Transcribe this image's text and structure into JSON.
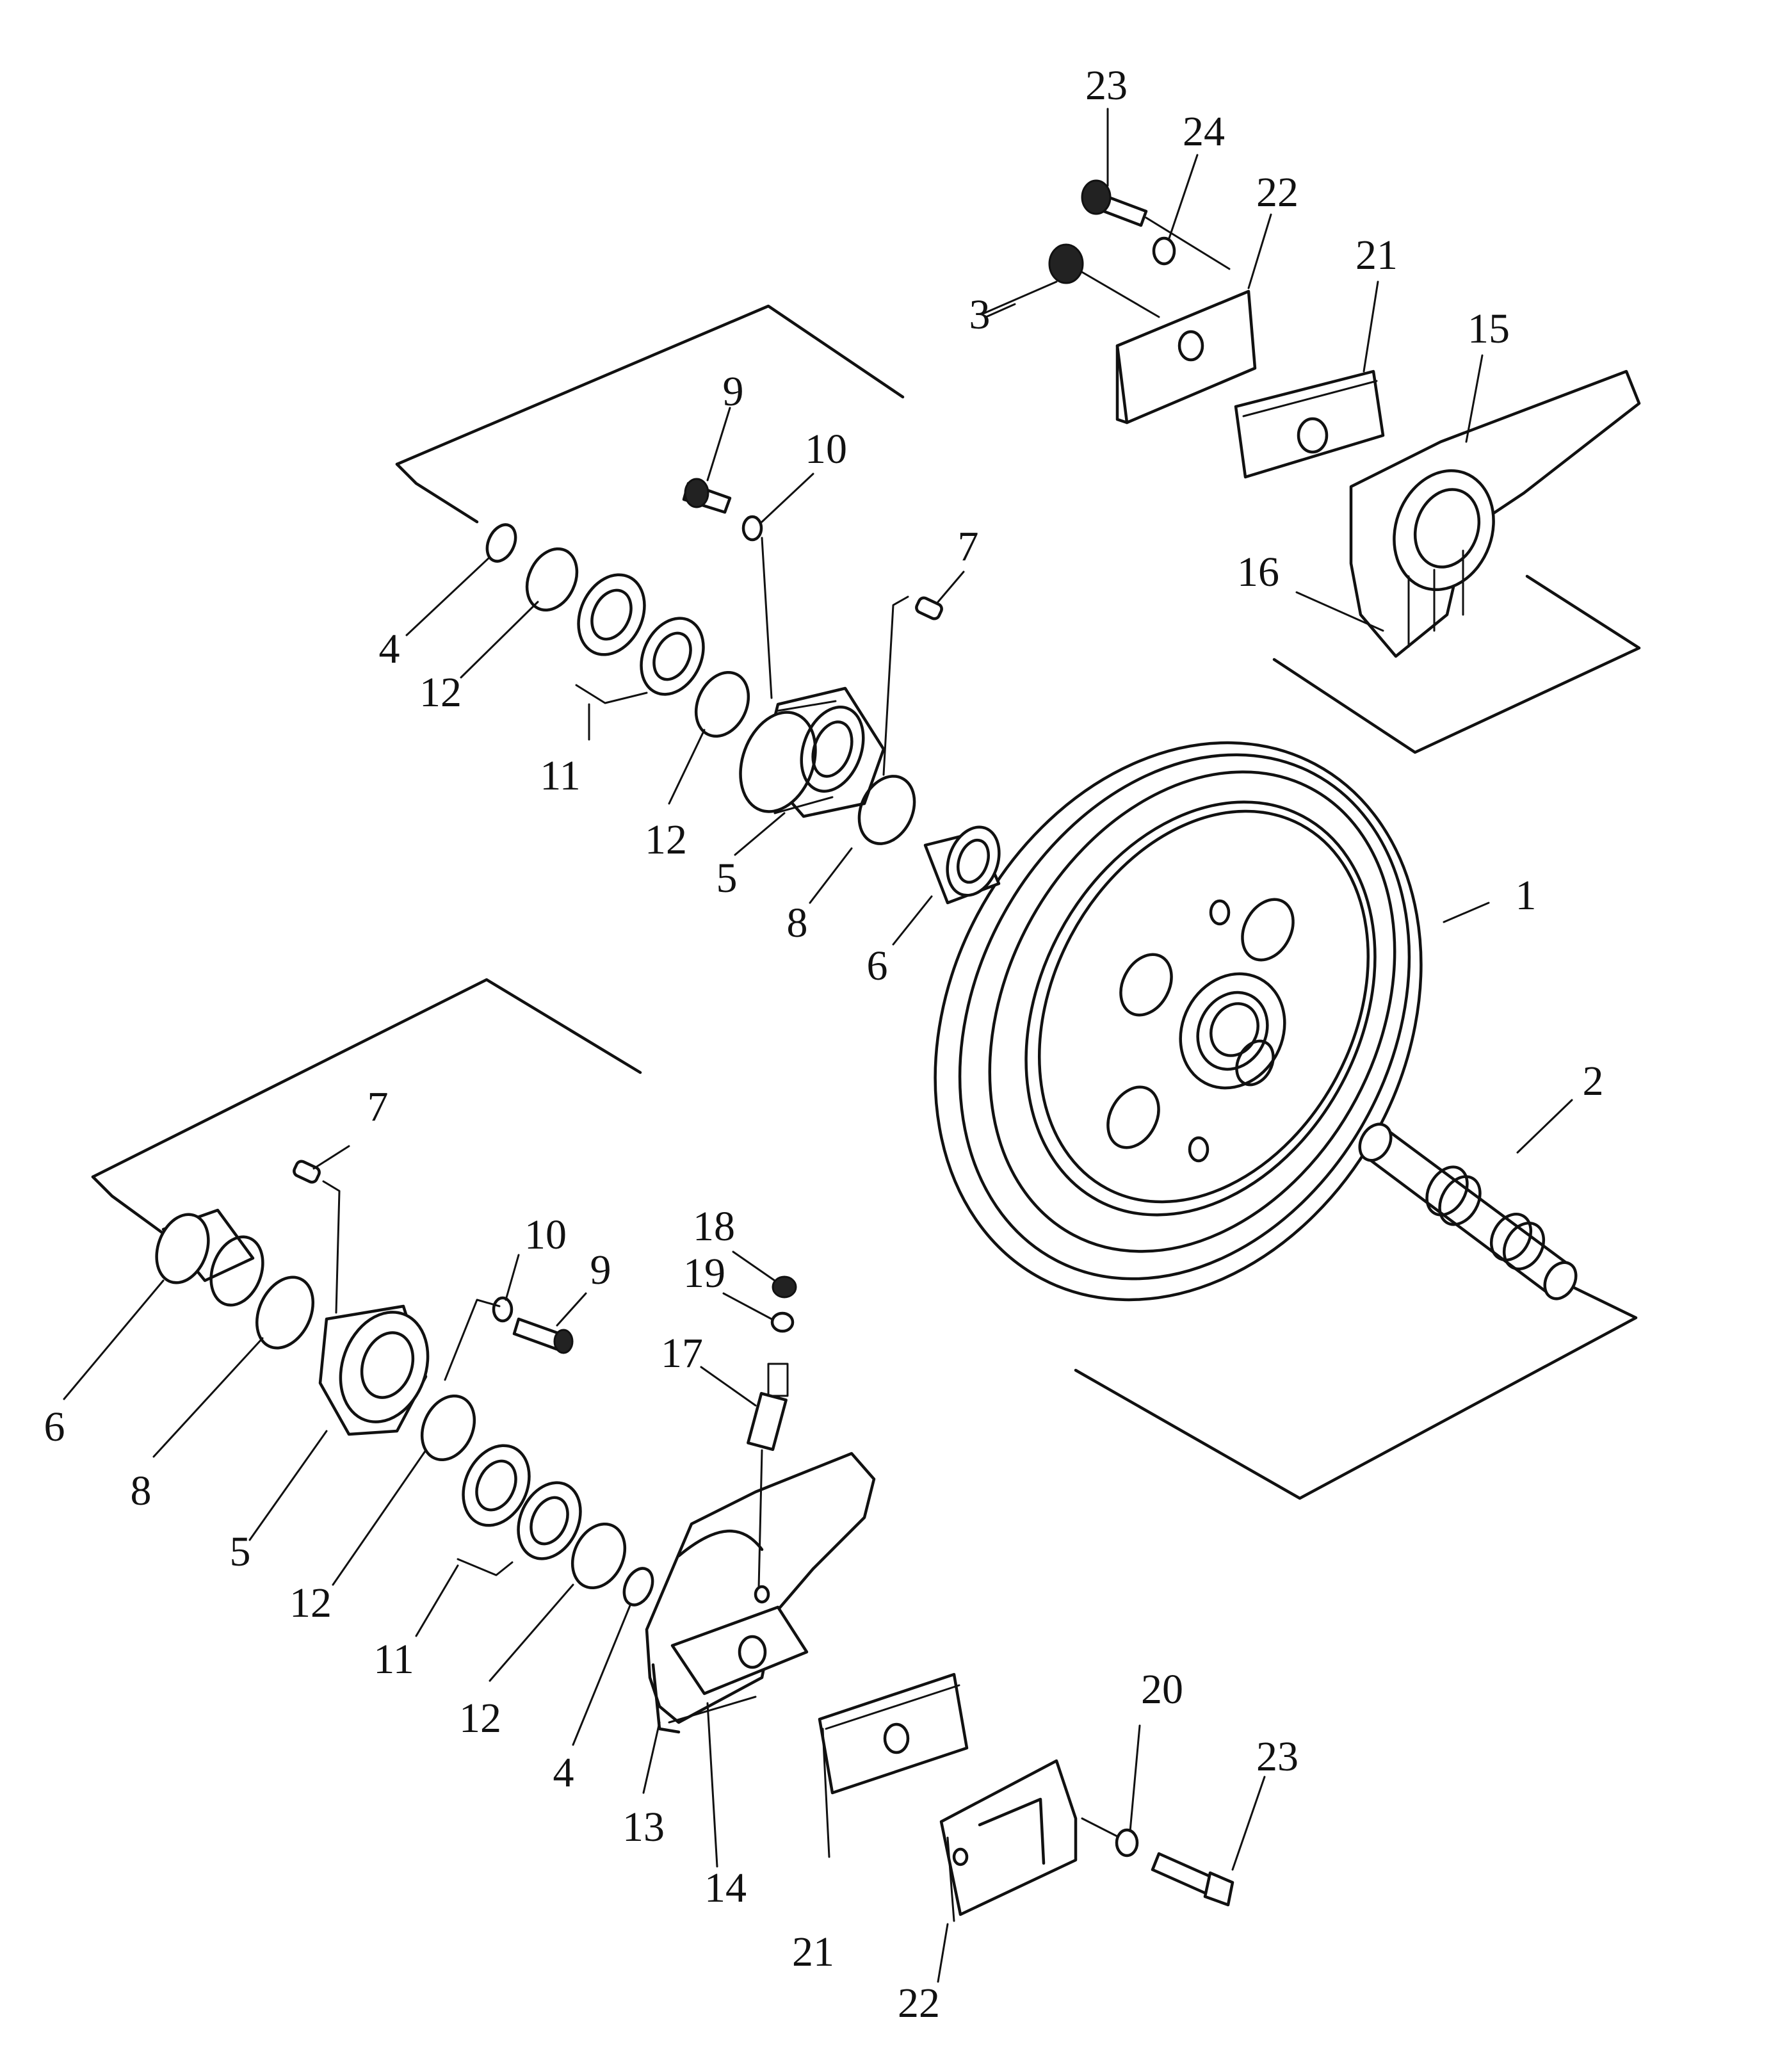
{
  "callouts": {
    "c1": "1",
    "c2": "2",
    "c3": "3",
    "c4_upper": "4",
    "c4_lower": "4",
    "c5_upper": "5",
    "c5_lower": "5",
    "c6_upper": "6",
    "c6_lower": "6",
    "c7_upper": "7",
    "c7_lower": "7",
    "c8_upper": "8",
    "c8_lower": "8",
    "c9_upper": "9",
    "c9_lower": "9",
    "c10_upper": "10",
    "c10_lower": "10",
    "c11_upper": "11",
    "c11_lower": "11",
    "c12_upper_a": "12",
    "c12_upper_b": "12",
    "c12_lower_a": "12",
    "c12_lower_b": "12",
    "c13": "13",
    "c14": "14",
    "c15": "15",
    "c16": "16",
    "c17": "17",
    "c18": "18",
    "c19": "19",
    "c20": "20",
    "c21_upper": "21",
    "c21_lower": "21",
    "c22_upper": "22",
    "c22_lower": "22",
    "c23_upper": "23",
    "c23_lower": "23",
    "c24": "24"
  }
}
